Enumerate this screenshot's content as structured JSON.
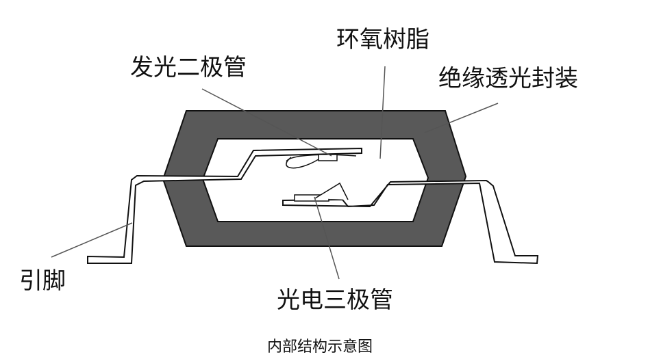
{
  "labels": {
    "epoxy": "环氧树脂",
    "led": "发光二极管",
    "insulation": "绝缘透光封装",
    "lead": "引脚",
    "phototransistor": "光电三极管"
  },
  "caption": "内部结构示意图",
  "colors": {
    "package": "#595959",
    "outline": "#111111",
    "leader": "#555555",
    "background": "#ffffff"
  }
}
